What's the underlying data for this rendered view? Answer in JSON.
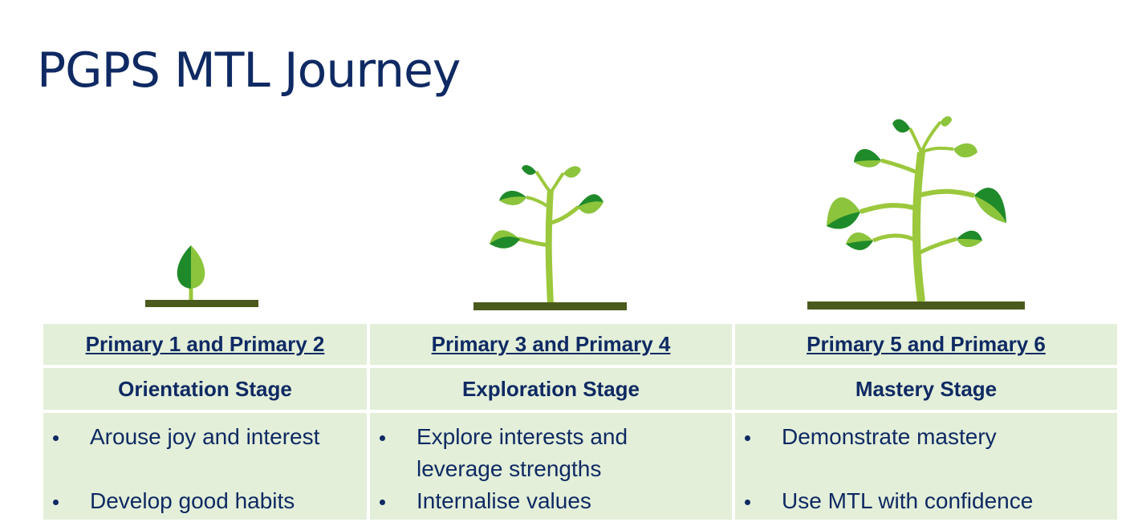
{
  "title": "PGPS MTL Journey",
  "colors": {
    "title": "#0f2a63",
    "table_fill": "#e3efd9",
    "leaf_dark": "#1f8a2a",
    "leaf_light": "#8cc43c",
    "stem": "#9bc83c",
    "ground": "#4a5a1c"
  },
  "stages": [
    {
      "level": "Primary 1 and Primary 2",
      "stage": "Orientation Stage",
      "bullets": [
        "Arouse joy and interest",
        "Develop good habits"
      ]
    },
    {
      "level": "Primary 3 and Primary 4",
      "stage": "Exploration Stage",
      "bullets": [
        "Explore interests and",
        "leverage strengths",
        "Internalise values"
      ]
    },
    {
      "level": "Primary 5 and Primary 6",
      "stage": "Mastery Stage",
      "bullets": [
        "Demonstrate mastery",
        "Use MTL with confidence"
      ]
    }
  ]
}
